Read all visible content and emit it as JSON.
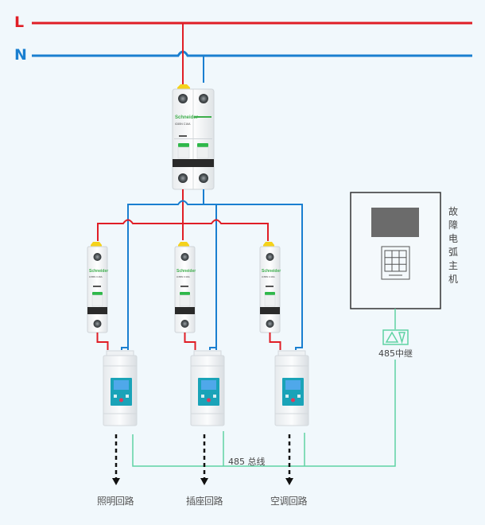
{
  "diagram": {
    "title": "故障电弧探测系统接线图",
    "buses": [
      {
        "id": "L",
        "label": "L",
        "color": "#e01e26"
      },
      {
        "id": "N",
        "label": "N",
        "color": "#1a7fd0"
      }
    ],
    "main_breaker": {
      "brand": "Schneider",
      "model": "iC65N C16A",
      "poles": 2
    },
    "branch_breakers": [
      {
        "brand": "Schneider",
        "model": "iC65N C16A",
        "poles": 1
      },
      {
        "brand": "Schneider",
        "model": "iC65N C16A",
        "poles": 1
      },
      {
        "brand": "Schneider",
        "model": "iC65N C16A",
        "poles": 1
      }
    ],
    "detectors": [
      {
        "circuit": "照明回路"
      },
      {
        "circuit": "插座回路"
      },
      {
        "circuit": "空调回路"
      }
    ],
    "host": {
      "label_chars": [
        "故",
        "障",
        "电",
        "弧",
        "主",
        "机"
      ]
    },
    "repeater": {
      "label": "485中继"
    },
    "bus_line": {
      "label": "485 总线",
      "color": "#5fd3a3"
    },
    "colors": {
      "live": "#e01e26",
      "neutral": "#1a7fd0",
      "rs485": "#5fd3a3",
      "breaker_handle": "#2fb84a",
      "terminal_cap": "#f5d21a",
      "meter_screen": "#1aa3b8",
      "host_screen": "#6b6b6b"
    }
  }
}
